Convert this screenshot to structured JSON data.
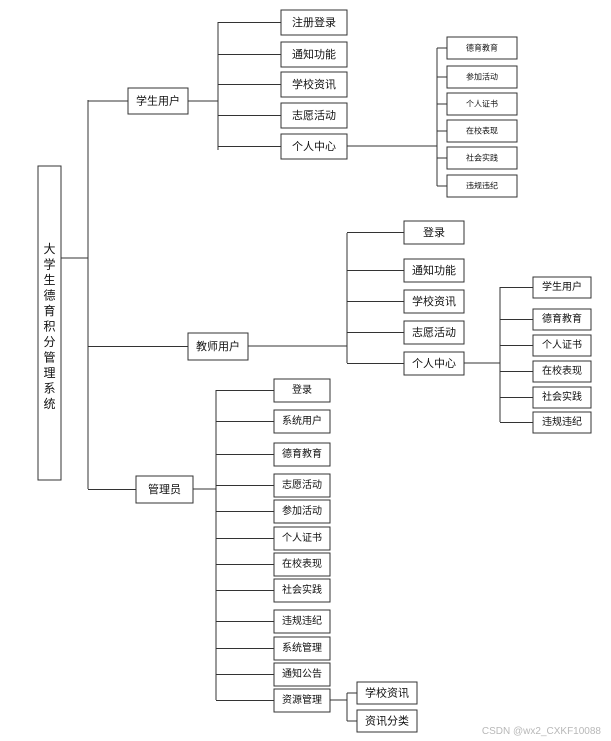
{
  "root": {
    "label": "大学生德育积分管理系统"
  },
  "student": {
    "label": "学生用户",
    "items": [
      "注册登录",
      "通知功能",
      "学校资讯",
      "志愿活动",
      "个人中心"
    ],
    "center_items": [
      "德育教育",
      "参加活动",
      "个人证书",
      "在校表现",
      "社会实践",
      "违规违纪"
    ]
  },
  "teacher": {
    "label": "教师用户",
    "items": [
      "登录",
      "通知功能",
      "学校资讯",
      "志愿活动",
      "个人中心"
    ],
    "center_items": [
      "学生用户",
      "德育教育",
      "个人证书",
      "在校表现",
      "社会实践",
      "违规违纪"
    ]
  },
  "admin": {
    "label": "管理员",
    "items": [
      "登录",
      "系统用户",
      "德育教育",
      "志愿活动",
      "参加活动",
      "个人证书",
      "在校表现",
      "社会实践",
      "违规违纪",
      "系统管理",
      "通知公告",
      "资源管理"
    ],
    "resource_items": [
      "学校资讯",
      "资讯分类"
    ]
  },
  "watermark": "CSDN @wx2_CXKF10088"
}
